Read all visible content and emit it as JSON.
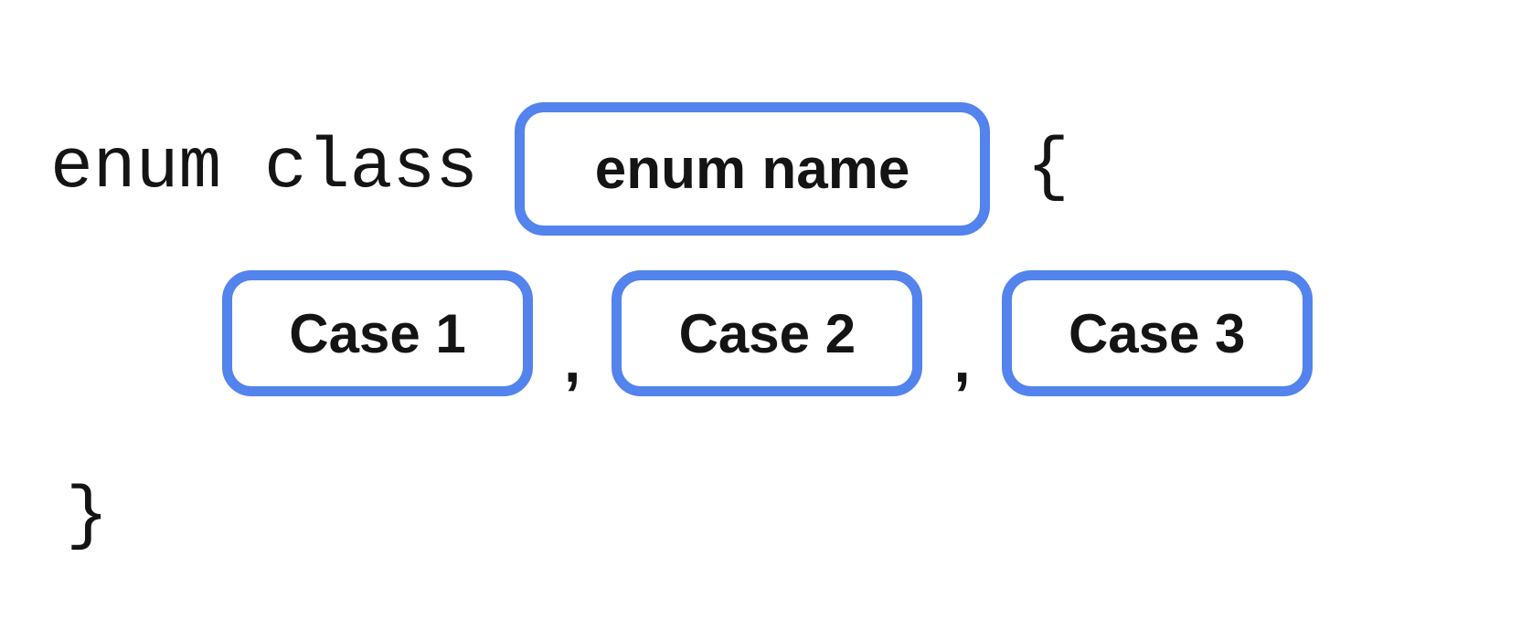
{
  "diagram": {
    "keyword": "enum class",
    "enum_name_placeholder": "enum name",
    "open_brace": "{",
    "close_brace": "}",
    "cases": [
      "Case 1",
      "Case 2",
      "Case 3"
    ],
    "separator": ",",
    "accent_color": "#5383EC",
    "text_color": "#141414",
    "background_color": "#ffffff"
  }
}
